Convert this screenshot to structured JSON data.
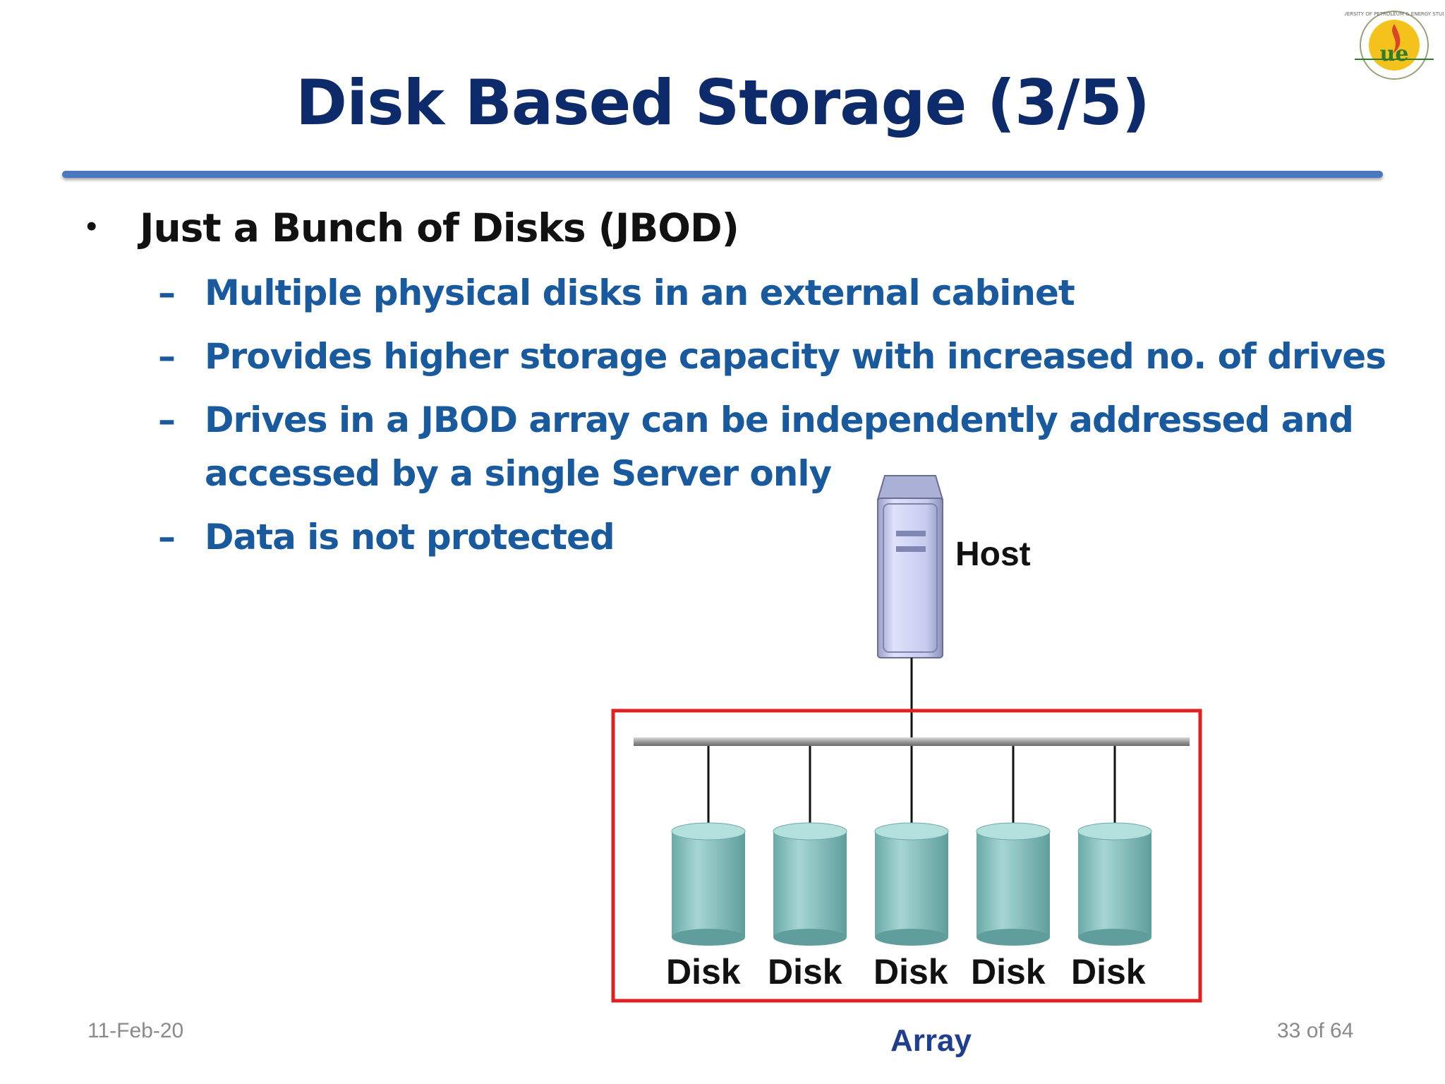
{
  "slide": {
    "title": "Disk Based Storage (3/5)",
    "bullet": "Just a Bunch of Disks (JBOD)",
    "sub_bullets": [
      "Multiple physical disks in an external cabinet",
      "Provides higher storage capacity with increased no. of drives",
      "Drives in a JBOD array can be independently addressed and",
      "accessed by a single Server only",
      "Data is not protected"
    ],
    "dash_symbol": "–",
    "bullet_symbol": "•"
  },
  "diagram": {
    "host_label": "Host",
    "disk_labels": [
      "Disk",
      "Disk",
      "Disk",
      "Disk",
      "Disk"
    ],
    "array_label": "Array",
    "colors": {
      "array_border": "#e02020",
      "disk_fill": "#7fbdbb",
      "host_fill": "#c9cdf0",
      "bus": "#9a9a9a"
    }
  },
  "footer": {
    "date": "11-Feb-20",
    "page": "33 of 64"
  }
}
